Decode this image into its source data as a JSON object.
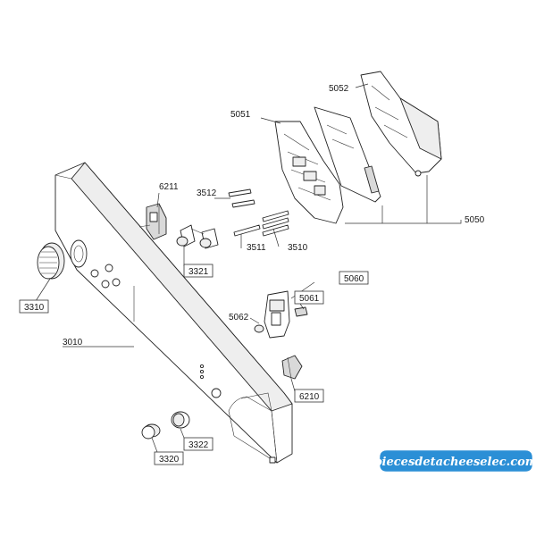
{
  "labels": {
    "p3010": "3010",
    "p3310": "3310",
    "p3320": "3320",
    "p3321": "3321",
    "p3322": "3322",
    "p3510": "3510",
    "p3511": "3511",
    "p3512": "3512",
    "p5050": "5050",
    "p5051": "5051",
    "p5052": "5052",
    "p5060": "5060",
    "p5061": "5061",
    "p5062": "5062",
    "p6210": "6210",
    "p6211": "6211"
  },
  "watermark": "piecesdetacheeselec.com",
  "colors": {
    "line": "#222222",
    "watermark_fill": "#ffffff",
    "background": "#ffffff"
  }
}
